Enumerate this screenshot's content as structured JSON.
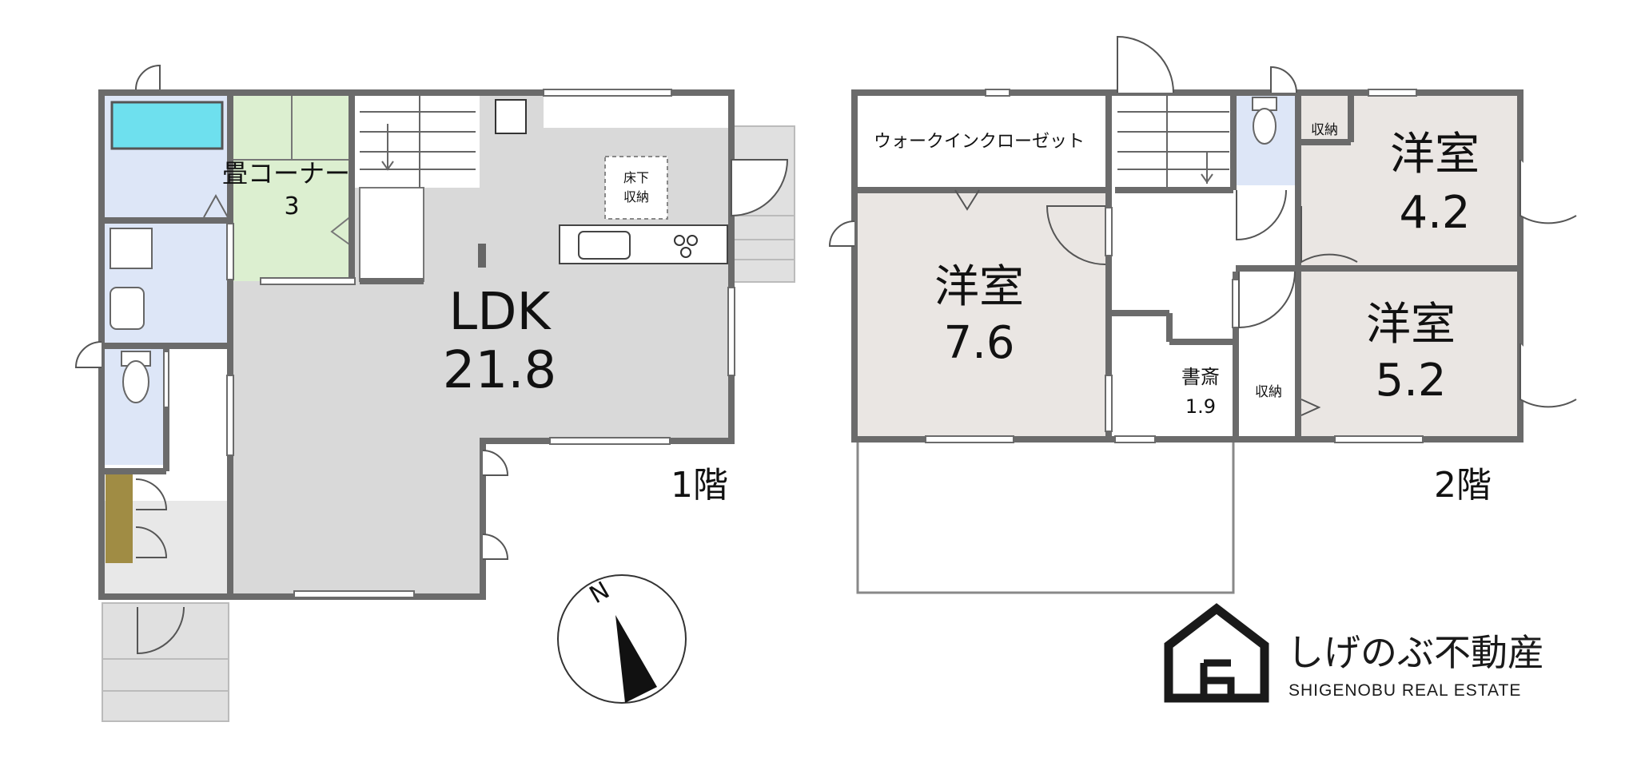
{
  "floors": [
    {
      "floor_label": "1階",
      "rooms": [
        {
          "name": "畳コーナー",
          "size": "3"
        },
        {
          "name": "LDK",
          "size": "21.8"
        }
      ],
      "storage": [
        {
          "label": "床下\n収納"
        }
      ]
    },
    {
      "floor_label": "2階",
      "rooms": [
        {
          "name": "洋室",
          "size": "7.6"
        },
        {
          "name": "洋室",
          "size": "4.2"
        },
        {
          "name": "洋室",
          "size": "5.2"
        },
        {
          "name": "書斎",
          "size": "1.9"
        }
      ],
      "storage": [
        {
          "label": "ウォークインクローゼット"
        },
        {
          "label": "収納"
        },
        {
          "label": "収納"
        }
      ]
    }
  ],
  "compass": {
    "label": "N"
  },
  "brand": {
    "name": "しげのぶ不動産",
    "sub": "SHIGENOBU REAL ESTATE"
  },
  "colors": {
    "wall": "#6b6b6b",
    "ldk_floor": "#d9d9d9",
    "tatami": "#dcefd0",
    "wet_area": "#dde6f7",
    "bathtub": "#6ee0ee",
    "western_room": "#eae6e3",
    "shoe_box": "#a08c44"
  }
}
